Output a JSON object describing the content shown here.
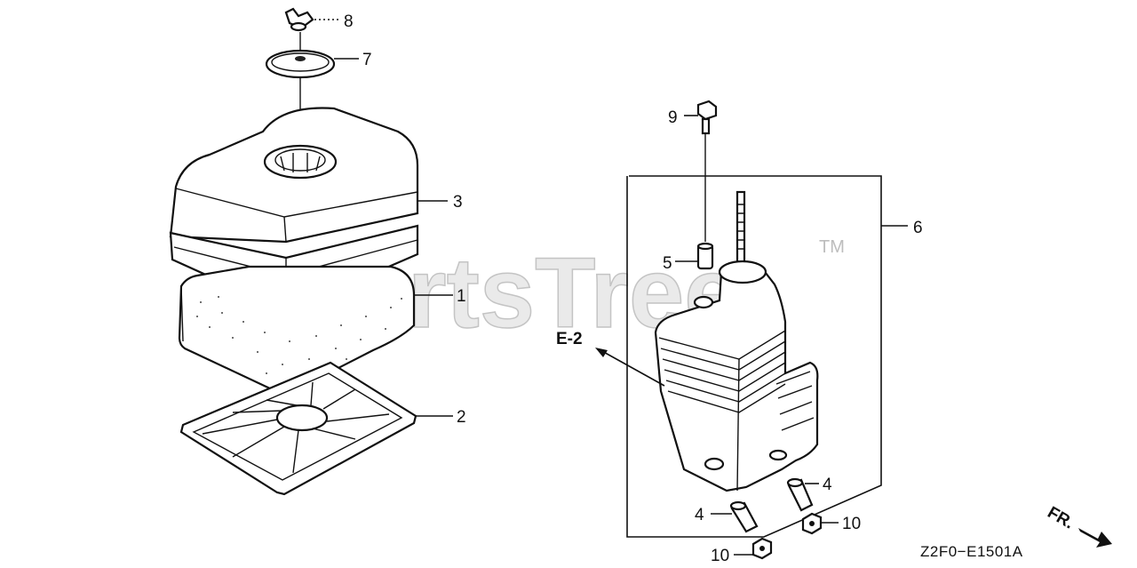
{
  "watermark": {
    "text": "PartsTree",
    "trademark": "TM"
  },
  "callouts": {
    "p1": "1",
    "p2": "2",
    "p3": "3",
    "p4a": "4",
    "p4b": "4",
    "p5": "5",
    "p6": "6",
    "p7": "7",
    "p8": "8",
    "p9": "9",
    "p10a": "10",
    "p10b": "10"
  },
  "reference": "E-2",
  "direction": "FR.",
  "drawing_code": "Z2F0−E1501A"
}
